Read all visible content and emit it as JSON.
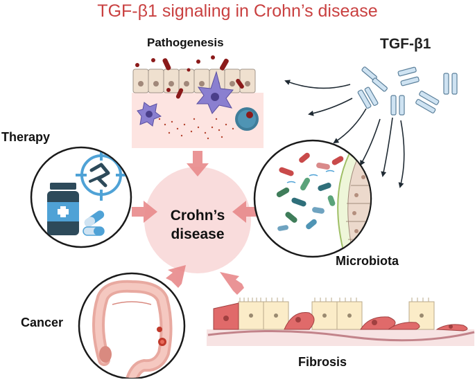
{
  "title": "TGF-β1 signaling in Crohn’s disease",
  "colors": {
    "title": "#c94040",
    "arrow_pink": "#e8898b",
    "center_circle": "#f9dcdc",
    "dark_arrow": "#1f2a33",
    "tgf_fragment": "#cfe3f2"
  },
  "labels": {
    "pathogenesis": "Pathogenesis",
    "tgf_beta1": "TGF-β1",
    "therapy": "Therapy",
    "microbiota": "Microbiota",
    "cancer": "Cancer",
    "fibrosis": "Fibrosis"
  },
  "center": {
    "line1": "Crohn’s",
    "line2": "disease"
  },
  "icons": [
    "tgf-beta1-molecules-icon",
    "inflamed-epithelium-icon",
    "drug-target-icon",
    "medicine-bottle-icon",
    "capsule-icon",
    "gut-bacteria-icon",
    "colon-icon",
    "fibrotic-tissue-icon"
  ]
}
